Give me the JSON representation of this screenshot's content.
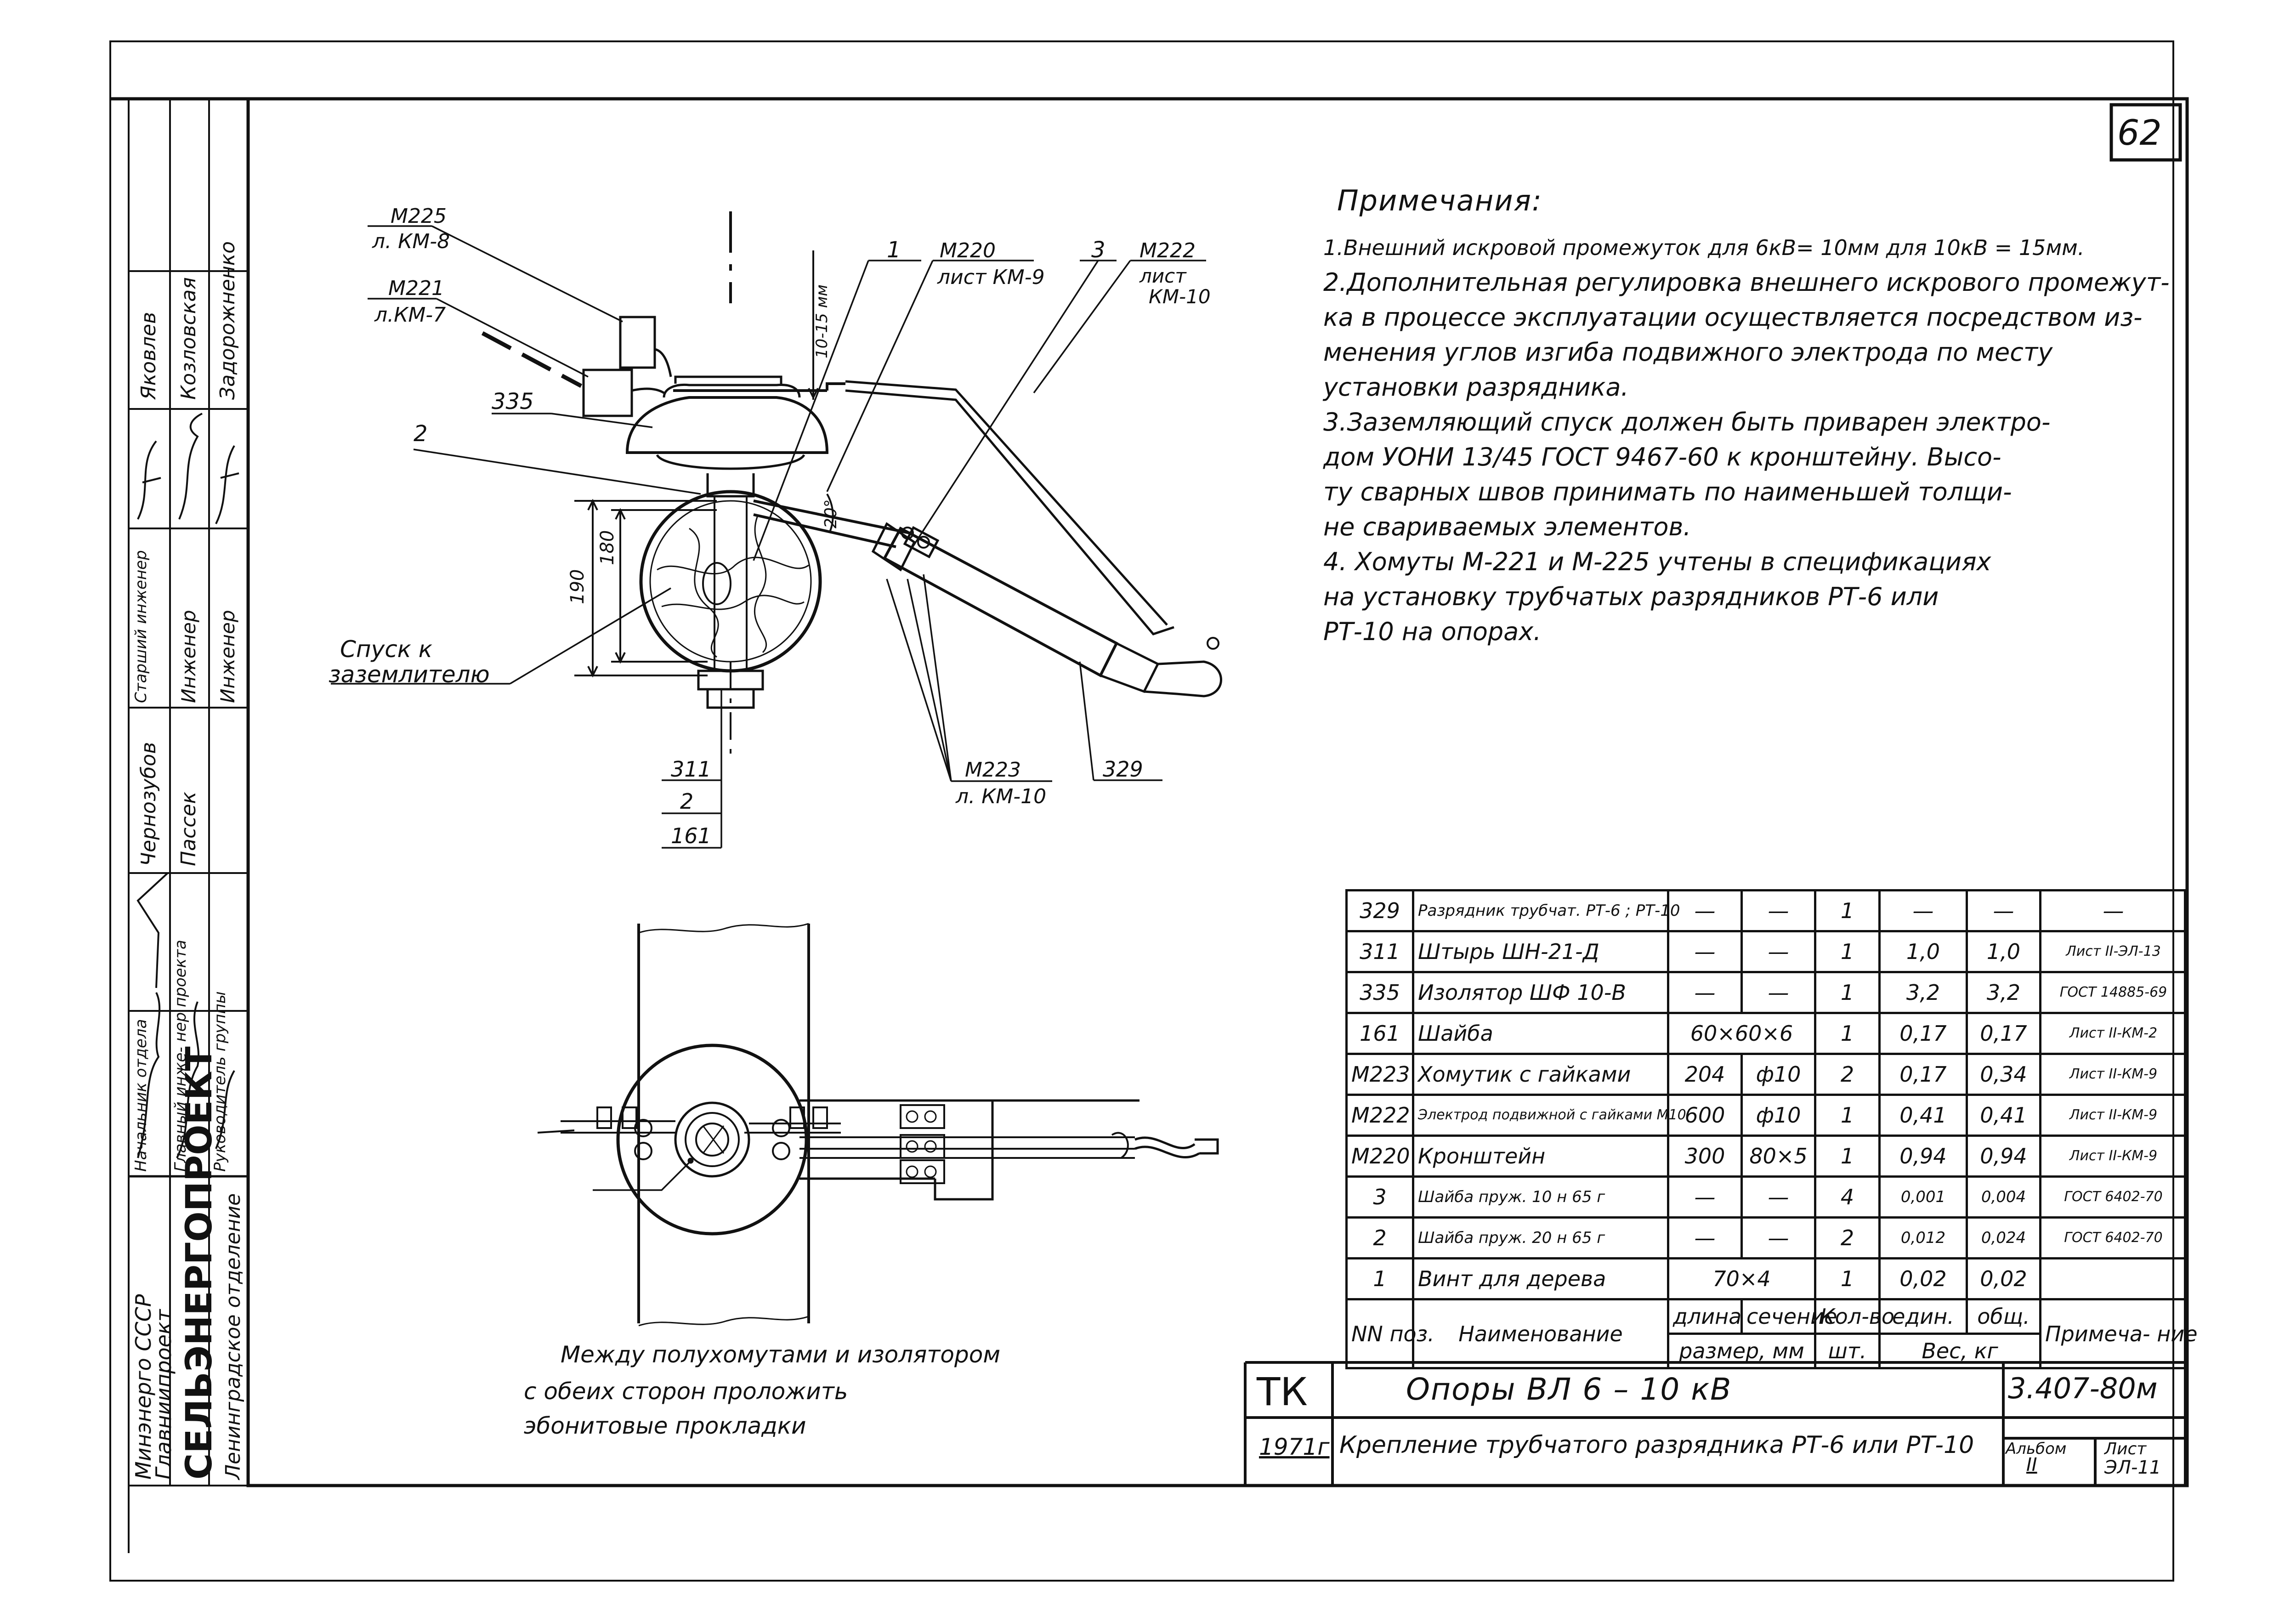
{
  "sheet": {
    "page_number": "62",
    "notes_title": "Примечания:",
    "notes": [
      "1.Внешний искровой промежуток для 6кВ= 10мм для 10кВ = 15мм.",
      "2.Дополнительная регулировка внешнего искрового промежут-",
      "ка в процессе эксплуатации осуществляется посредством из-",
      "менения углов изгиба подвижного электрода по месту",
      "установки разрядника.",
      "3.Заземляющий спуск должен быть приварен электро-",
      "дом УОНИ 13/45 ГОСТ 9467-60 к кронштейну. Высо-",
      "ту сварных швов принимать по наименьшей толщи-",
      "не свариваемых элементов.",
      "4. Хомуты М-221 и М-225 учтены в спецификациях",
      "на установку трубчатых разрядников РТ-6 или",
      "РТ-10 на опорах."
    ]
  },
  "side_stamp": {
    "org_lines": [
      "Минэнерго СССР",
      "Главниипроект",
      "СЕЛЬЭНЕРГОПРОЕКТ",
      "Ленинградское отделение"
    ],
    "rows": [
      {
        "role": "Начальник отдела",
        "name": "Чернозубов"
      },
      {
        "role": "Главный инже- нер проекта",
        "name": "Пассек"
      },
      {
        "role": "Руководитель группы",
        "name": ""
      },
      {
        "role": "Старший инженер",
        "name": "Яковлев"
      },
      {
        "role": "Инженер",
        "name": "Козловская"
      },
      {
        "role": "Инженер",
        "name": "Задорожненко"
      }
    ]
  },
  "callouts": {
    "m225": "М225",
    "m225_sheet": "л. КМ-8",
    "m221": "М221",
    "m221_sheet": "л.КМ-7",
    "i335": "335",
    "i2": "2",
    "i1": "1",
    "m220": "М220",
    "m220_sheet": "лист КМ-9",
    "i3": "3",
    "m222": "М222",
    "m222_sheet_a": "лист",
    "m222_sheet_b": "КМ-10",
    "gap": "10-15 мм",
    "angle": "20°",
    "dim180": "180",
    "dim190": "190",
    "spusk_a": "Спуск к",
    "spusk_b": "заземлителю",
    "i311": "311",
    "i2b": "2",
    "i161": "161",
    "m223": "М223",
    "m223_sheet": "л. КМ-10",
    "i329": "329",
    "plan_note_1": "Между полухомутами и изолятором",
    "plan_note_2": "с обеих сторон проложить",
    "plan_note_3": "эбонитовые прокладки"
  },
  "bom": {
    "rows": [
      {
        "pos": "329",
        "name": "Разрядник трубчат. РТ-6 ; РТ-10",
        "len": "—",
        "sec": "—",
        "qty": "1",
        "unit": "—",
        "total": "—",
        "note": "—"
      },
      {
        "pos": "311",
        "name": "Штырь ШН-21-Д",
        "len": "—",
        "sec": "—",
        "qty": "1",
        "unit": "1,0",
        "total": "1,0",
        "note": "Лист II-ЭЛ-13"
      },
      {
        "pos": "335",
        "name": "Изолятор ШФ 10-В",
        "len": "—",
        "sec": "—",
        "qty": "1",
        "unit": "3,2",
        "total": "3,2",
        "note": "ГОСТ 14885-69"
      },
      {
        "pos": "161",
        "name": "Шайба",
        "len": "60×60×6",
        "sec": "",
        "qty": "1",
        "unit": "0,17",
        "total": "0,17",
        "note": "Лист II-КМ-2"
      },
      {
        "pos": "М223",
        "name": "Хомутик с гайками",
        "len": "204",
        "sec": "ф10",
        "qty": "2",
        "unit": "0,17",
        "total": "0,34",
        "note": "Лист II-КМ-9"
      },
      {
        "pos": "М222",
        "name": "Электрод подвижной с гайками М10",
        "len": "600",
        "sec": "ф10",
        "qty": "1",
        "unit": "0,41",
        "total": "0,41",
        "note": "Лист II-КМ-9"
      },
      {
        "pos": "М220",
        "name": "Кронштейн",
        "len": "300",
        "sec": "80×5",
        "qty": "1",
        "unit": "0,94",
        "total": "0,94",
        "note": "Лист II-КМ-9"
      },
      {
        "pos": "3",
        "name": "Шайба пруж. 10 н 65 г",
        "len": "—",
        "sec": "—",
        "qty": "4",
        "unit": "0,001",
        "total": "0,004",
        "note": "ГОСТ 6402-70"
      },
      {
        "pos": "2",
        "name": "Шайба пруж. 20 н 65 г",
        "len": "—",
        "sec": "—",
        "qty": "2",
        "unit": "0,012",
        "total": "0,024",
        "note": "ГОСТ 6402-70"
      },
      {
        "pos": "1",
        "name": "Винт для дерева",
        "len": "70×4",
        "sec": "",
        "qty": "1",
        "unit": "0,02",
        "total": "0,02",
        "note": ""
      }
    ],
    "header": {
      "pos": "NN поз.",
      "name": "Наименование",
      "len": "длина",
      "sec": "сечение",
      "size": "размер, мм",
      "qty": "Кол-во",
      "qty_unit": "шт.",
      "unit": "един.",
      "total": "общ.",
      "weight": "Вес, кг",
      "note": "Примеча- ние"
    }
  },
  "title_block": {
    "org": "ТК",
    "year": "1971г",
    "title": "Опоры ВЛ 6 – 10 кВ",
    "subtitle": "Крепление трубчатого разрядника РТ-6 или РТ-10",
    "code": "3.407-80м",
    "album_label": "Альбом",
    "album": "II",
    "sheet_label": "Лист",
    "sheet": "ЭЛ-11"
  }
}
